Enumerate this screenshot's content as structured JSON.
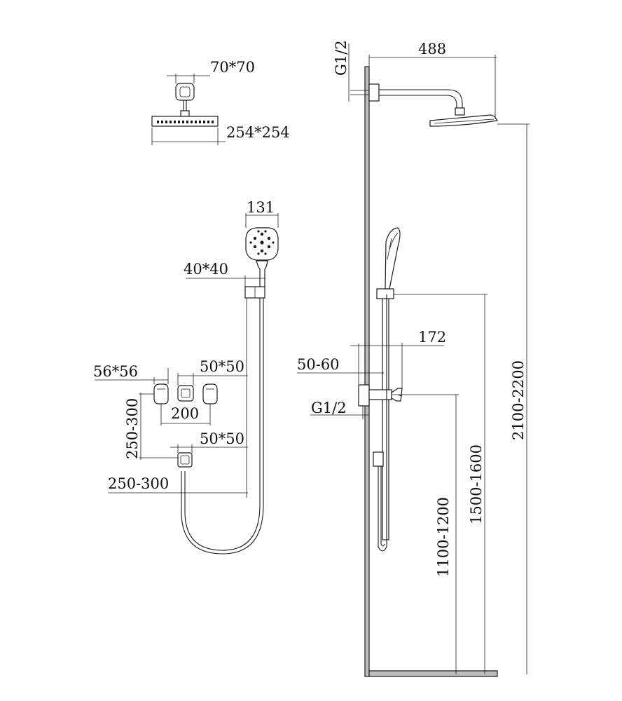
{
  "dimensions": {
    "headshower_arm_size": "70*70",
    "headshower_size": "254*254",
    "handshower_width": "131",
    "holder_size": "40*40",
    "handle_size": "56*56",
    "divert_size": "50*50",
    "handle_spacing": "200",
    "valve_vertical_gap": "250-300",
    "outlet_size": "50*50",
    "hose_horizontal_gap": "250-300",
    "inlet_thread_top": "G1/2",
    "arm_length": "488",
    "wall_spacing": "50-60",
    "spout_length": "172",
    "inlet_thread_side": "G1/2",
    "valve_height": "1100-1200",
    "slide_bar_height": "1500-1600",
    "headshower_height": "2100-2200"
  }
}
